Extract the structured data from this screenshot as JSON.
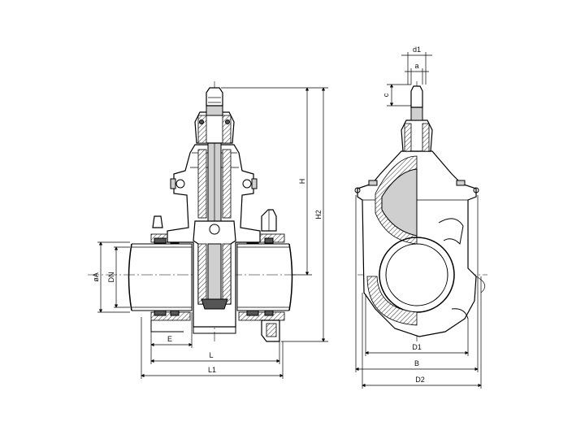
{
  "colors": {
    "line": "#000000",
    "section_fill": "#d0d0d0",
    "background": "#ffffff"
  },
  "front_view": {
    "dim_A": "øA",
    "dim_DN": "DN",
    "dim_E": "E",
    "dim_L": "L",
    "dim_L1": "L1",
    "dim_H": "H",
    "dim_H2": "H2"
  },
  "side_view": {
    "dim_d1": "d1",
    "dim_a": "a",
    "dim_c": "c",
    "dim_D1": "D1",
    "dim_B": "B",
    "dim_D2": "D2"
  }
}
